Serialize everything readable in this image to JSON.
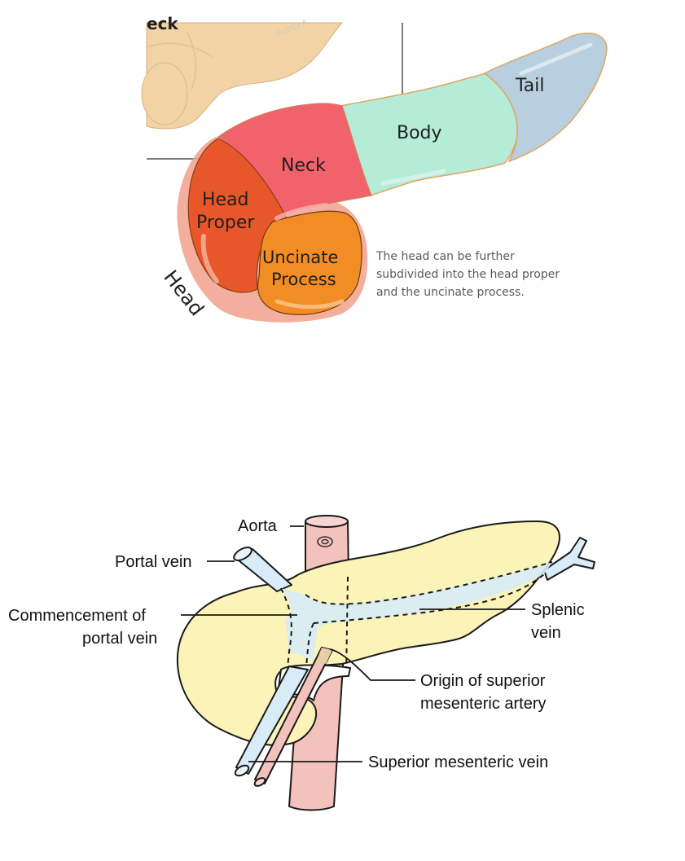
{
  "figure_top": {
    "partial_label": "eck",
    "watermark": "©2013 A",
    "regions": [
      {
        "id": "head-proper",
        "label_lines": [
          "Head",
          "Proper"
        ],
        "color": "#e8572a"
      },
      {
        "id": "neck",
        "label_lines": [
          "Neck"
        ],
        "color": "#f2626a"
      },
      {
        "id": "body",
        "label_lines": [
          "Body"
        ],
        "color": "#b5ecd8"
      },
      {
        "id": "tail",
        "label_lines": [
          "Tail"
        ],
        "color": "#b8cfdf"
      },
      {
        "id": "uncinate-process",
        "label_lines": [
          "Uncinate",
          "Process"
        ],
        "color": "#f28d25"
      }
    ],
    "group_label": "Head",
    "caption_lines": [
      "The head can be further",
      "subdivided into the head proper",
      "and the uncinate process."
    ]
  },
  "figure_bottom": {
    "labels": {
      "aorta": "Aorta",
      "portal_vein": "Portal vein",
      "commencement": [
        "Commencement of",
        "portal vein"
      ],
      "splenic_vein": [
        "Splenic",
        "vein"
      ],
      "sma_origin": [
        "Origin of superior",
        "mesenteric artery"
      ],
      "smv": "Superior mesenteric vein"
    },
    "colors": {
      "pancreas": "#fbf3b8",
      "vein": "#d8ecf7",
      "artery": "#f3c2bc",
      "outline": "#1a1a1a"
    }
  }
}
